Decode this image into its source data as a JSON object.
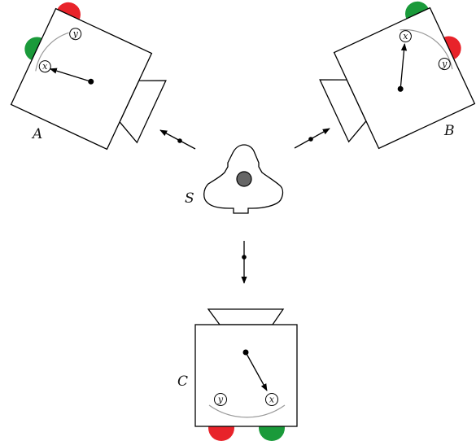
{
  "labels": {
    "source": "S",
    "device_a": "A",
    "device_b": "B",
    "device_c": "C"
  },
  "outcomes": {
    "x": "x",
    "y": "y"
  },
  "colors": {
    "red_light": "#e8232a",
    "green_light": "#1a9a3a",
    "source_dot": "#666666",
    "arc": "#9a9a9a"
  }
}
